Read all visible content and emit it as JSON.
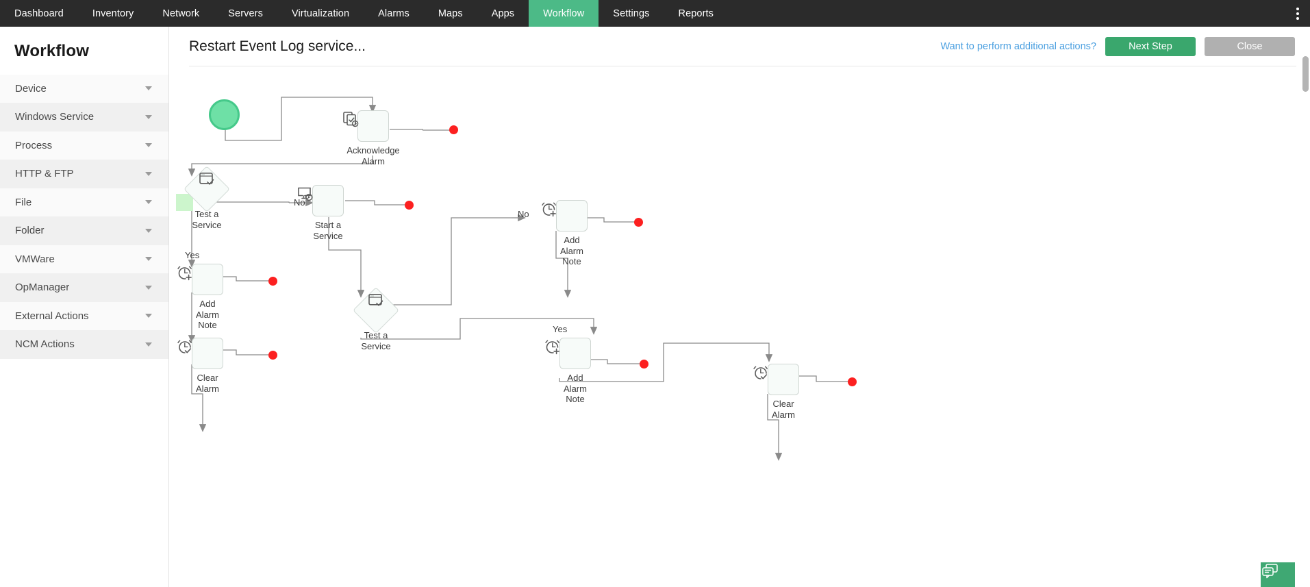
{
  "topnav": {
    "items": [
      {
        "label": "Dashboard",
        "active": false
      },
      {
        "label": "Inventory",
        "active": false
      },
      {
        "label": "Network",
        "active": false
      },
      {
        "label": "Servers",
        "active": false
      },
      {
        "label": "Virtualization",
        "active": false
      },
      {
        "label": "Alarms",
        "active": false
      },
      {
        "label": "Maps",
        "active": false
      },
      {
        "label": "Apps",
        "active": false
      },
      {
        "label": "Workflow",
        "active": true
      },
      {
        "label": "Settings",
        "active": false
      },
      {
        "label": "Reports",
        "active": false
      }
    ],
    "overflow_icon": "kebab-menu-icon"
  },
  "sidebar": {
    "title": "Workflow",
    "items": [
      {
        "label": "Device"
      },
      {
        "label": "Windows Service"
      },
      {
        "label": "Process"
      },
      {
        "label": "HTTP & FTP"
      },
      {
        "label": "File"
      },
      {
        "label": "Folder"
      },
      {
        "label": "VMWare"
      },
      {
        "label": "OpManager"
      },
      {
        "label": "External Actions"
      },
      {
        "label": "NCM Actions"
      }
    ],
    "caret_icon": "chevron-down-icon"
  },
  "header": {
    "title": "Restart Event Log service...",
    "hint_link": "Want to perform additional actions?",
    "next_step_label": "Next Step",
    "close_label": "Close"
  },
  "canvas": {
    "start_node": {
      "name": "start-node",
      "icon": "green-circle-start-icon"
    },
    "highlight_square": {
      "name": "drop-target-highlight"
    },
    "nodes": [
      {
        "id": "acknowledge-alarm",
        "label": "Acknowledge\nAlarm",
        "icon": "acknowledge-alarm-icon",
        "shape": "box"
      },
      {
        "id": "test-a-service-1",
        "label": "Test a\nService",
        "icon": "test-service-icon",
        "shape": "diamond"
      },
      {
        "id": "start-a-service",
        "label": "Start a\nService",
        "icon": "start-service-icon",
        "shape": "box"
      },
      {
        "id": "add-alarm-note-1",
        "label": "Add\nAlarm\nNote",
        "icon": "add-alarm-note-icon",
        "shape": "box"
      },
      {
        "id": "clear-alarm-1",
        "label": "Clear\nAlarm",
        "icon": "clear-alarm-icon",
        "shape": "box"
      },
      {
        "id": "test-a-service-2",
        "label": "Test a\nService",
        "icon": "test-service-icon",
        "shape": "diamond"
      },
      {
        "id": "add-alarm-note-2",
        "label": "Add\nAlarm\nNote",
        "icon": "add-alarm-note-icon",
        "shape": "box"
      },
      {
        "id": "add-alarm-note-3",
        "label": "Add\nAlarm\nNote",
        "icon": "add-alarm-note-icon",
        "shape": "box"
      },
      {
        "id": "clear-alarm-2",
        "label": "Clear\nAlarm",
        "icon": "clear-alarm-icon",
        "shape": "box"
      }
    ],
    "edge_labels": [
      {
        "id": "edge-label-no-1",
        "text": "No"
      },
      {
        "id": "edge-label-yes-1",
        "text": "Yes"
      },
      {
        "id": "edge-label-no-2",
        "text": "No"
      },
      {
        "id": "edge-label-yes-2",
        "text": "Yes"
      }
    ],
    "endpoint_count": 6,
    "endpoint_color": "#fc2020"
  },
  "chat": {
    "icon": "chat-bubbles-icon"
  },
  "colors": {
    "accent_green": "#4cba87",
    "button_green": "#3aa76d",
    "button_grey": "#b0b0b0",
    "link_blue": "#4a9fe0",
    "nav_dark": "#2b2b2b",
    "endpoint_red": "#fc2020",
    "start_green": "#6ee0a6"
  }
}
